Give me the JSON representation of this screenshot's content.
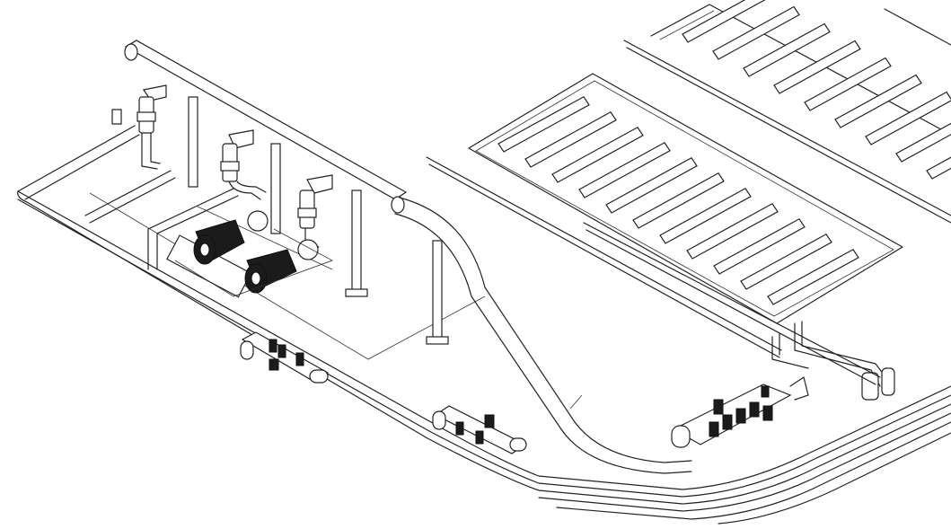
{
  "drawing": {
    "kind": "isometric piping line drawing",
    "colors": {
      "background": "#ffffff",
      "line": "#222222",
      "motor": "#1b1b1b"
    },
    "panel_arrays": [
      {
        "name": "array-front",
        "panels": 11
      },
      {
        "name": "array-back",
        "panels": 9
      }
    ],
    "pumps": 2,
    "valve_groups": 3
  }
}
